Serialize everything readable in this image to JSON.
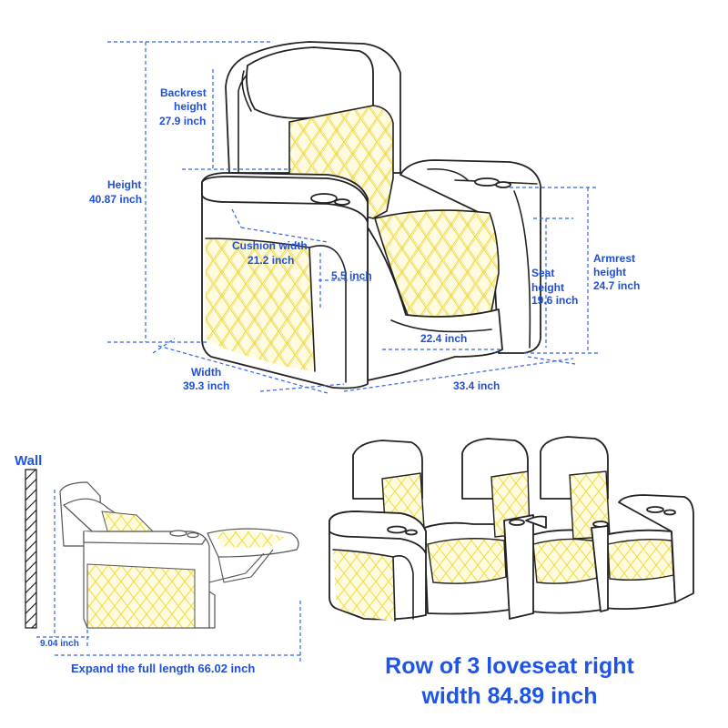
{
  "main_chair": {
    "labels": {
      "backrest_height": [
        "Backrest",
        "height",
        "27.9 inch"
      ],
      "height": [
        "Height",
        "40.87 inch"
      ],
      "cushion_width": [
        "Cushion width",
        "21.2 inch"
      ],
      "cushion_depth": "5.5 inch",
      "seat_height": [
        "Seat",
        "height",
        "19.6 inch"
      ],
      "armrest_height": [
        "Armrest",
        "height",
        "24.7 inch"
      ],
      "seat_depth": "22.4 inch",
      "width": [
        "Width",
        "39.3 inch"
      ],
      "depth": "33.4 inch"
    }
  },
  "recline_view": {
    "wall_label": "Wall",
    "wall_gap": "9.04 inch",
    "full_length": "Expand the full length 66.02 inch"
  },
  "row_view": {
    "caption_line1": "Row of 3 loveseat right",
    "caption_line2": "width 84.89 inch"
  },
  "colors": {
    "dimension_blue": "#1f4fd6",
    "quilt_yellow": "#f2dc3c",
    "outline": "#222222"
  }
}
